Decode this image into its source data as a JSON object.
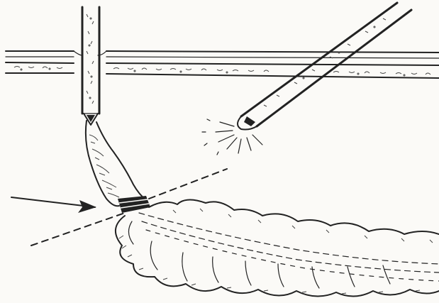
{
  "figure": {
    "style": "pen-and-ink medical line illustration",
    "colors": {
      "paper": "#fbfaf7",
      "ink": "#222222"
    },
    "components": [
      "abdominal-wall-layers",
      "laparoscope-port",
      "light-probe",
      "light-rays",
      "appendix",
      "ligature-band",
      "pointer-arrow",
      "dashed-projection-line",
      "cecum-bowel"
    ]
  }
}
